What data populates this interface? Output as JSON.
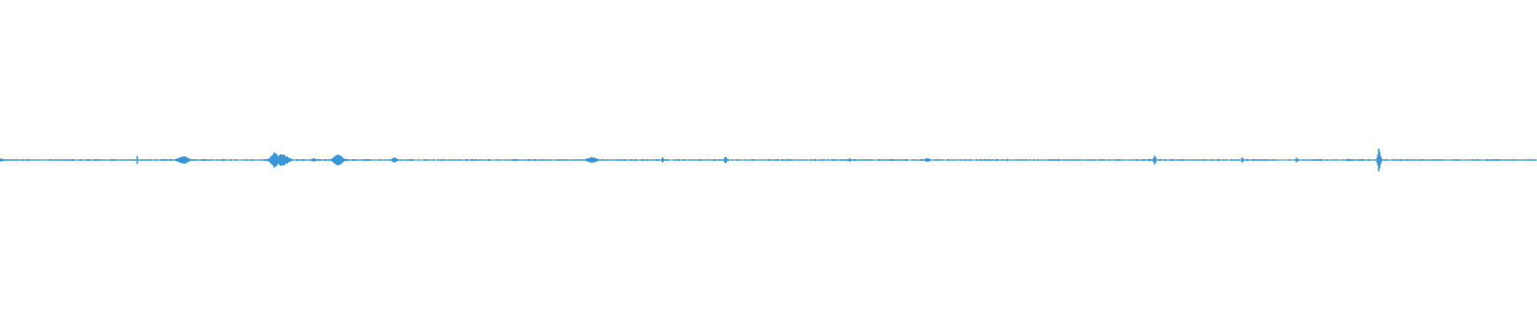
{
  "waveform": {
    "color": "#3a97d6",
    "baseline_amplitude": 0.006,
    "samples": 1920,
    "bursts": [
      {
        "t": 0.0009,
        "amp": 0.012,
        "width": 0.001
      },
      {
        "t": 0.0766,
        "amp": 0.006,
        "width": 0.0008
      },
      {
        "t": 0.0893,
        "amp": 0.045,
        "width": 0.0004
      },
      {
        "t": 0.1192,
        "amp": 0.028,
        "width": 0.004
      },
      {
        "t": 0.1734,
        "amp": 0.008,
        "width": 0.0012
      },
      {
        "t": 0.1785,
        "amp": 0.052,
        "width": 0.003
      },
      {
        "t": 0.1835,
        "amp": 0.04,
        "width": 0.005
      },
      {
        "t": 0.2041,
        "amp": 0.012,
        "width": 0.002
      },
      {
        "t": 0.22,
        "amp": 0.04,
        "width": 0.0035
      },
      {
        "t": 0.2566,
        "amp": 0.018,
        "width": 0.002
      },
      {
        "t": 0.3852,
        "amp": 0.02,
        "width": 0.004
      },
      {
        "t": 0.4311,
        "amp": 0.022,
        "width": 0.0008
      },
      {
        "t": 0.472,
        "amp": 0.028,
        "width": 0.001
      },
      {
        "t": 0.5529,
        "amp": 0.012,
        "width": 0.001
      },
      {
        "t": 0.6034,
        "amp": 0.014,
        "width": 0.002
      },
      {
        "t": 0.644,
        "amp": 0.008,
        "width": 0.001
      },
      {
        "t": 0.7476,
        "amp": 0.01,
        "width": 0.001
      },
      {
        "t": 0.7513,
        "amp": 0.035,
        "width": 0.001
      },
      {
        "t": 0.8082,
        "amp": 0.022,
        "width": 0.0008
      },
      {
        "t": 0.8435,
        "amp": 0.02,
        "width": 0.0008
      },
      {
        "t": 0.8776,
        "amp": 0.012,
        "width": 0.0008
      },
      {
        "t": 0.8973,
        "amp": 0.085,
        "width": 0.0012
      }
    ]
  }
}
